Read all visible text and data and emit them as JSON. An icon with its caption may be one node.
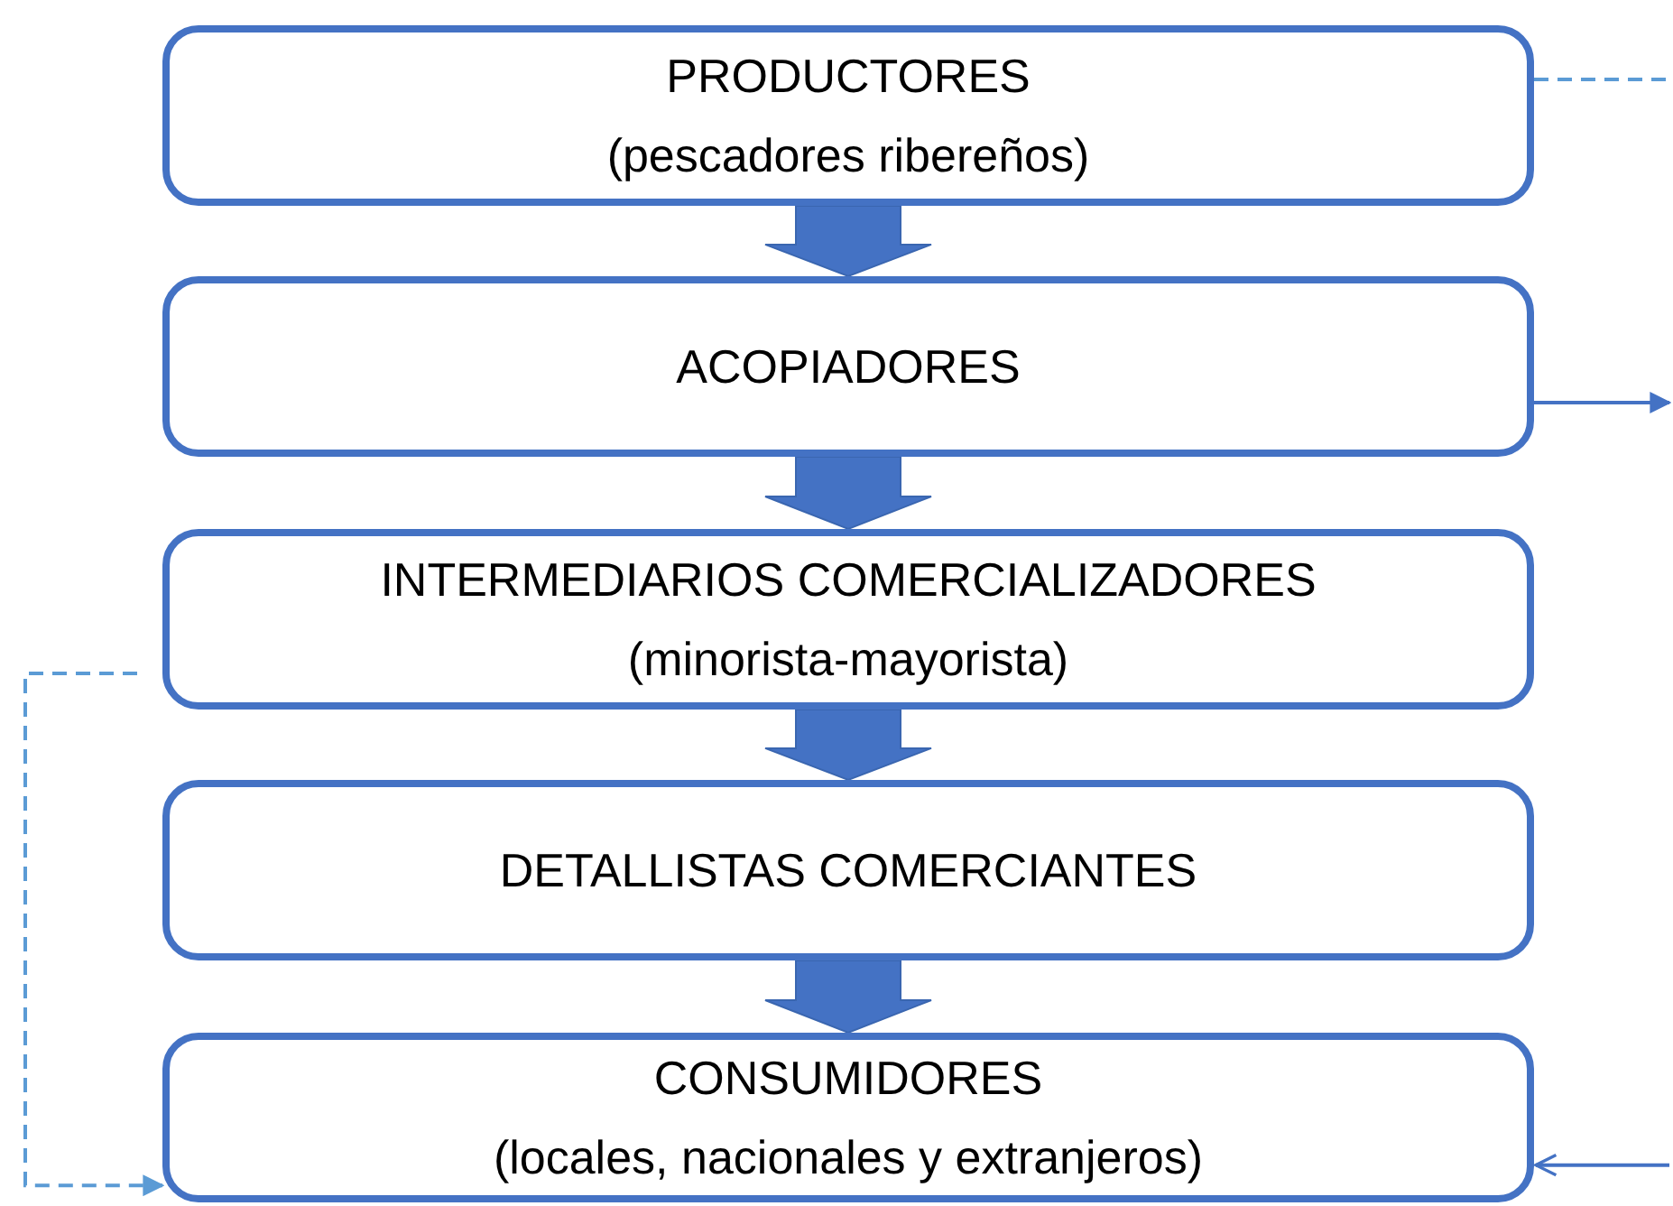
{
  "diagram": {
    "nodes": [
      {
        "text": [
          "PRODUCTORES",
          "(pescadores ribereños)"
        ]
      },
      {
        "text": [
          "ACOPIADORES"
        ]
      },
      {
        "text": [
          "INTERMEDIARIOS COMERCIALIZADORES",
          "(minorista-mayorista)"
        ]
      },
      {
        "text": [
          "DETALLISTAS COMERCIANTES"
        ]
      },
      {
        "text": [
          "CONSUMIDORES",
          "(locales, nacionales y extranjeros)"
        ]
      }
    ],
    "edges": [
      {
        "from": 0,
        "to": 1,
        "arrow": "to",
        "style": "thick"
      },
      {
        "from": 1,
        "to": 2,
        "arrow": "to",
        "style": "thick"
      },
      {
        "from": 2,
        "to": 3,
        "arrow": "to",
        "style": "thick"
      },
      {
        "from": 3,
        "to": 4,
        "arrow": "to",
        "style": "thick"
      },
      {
        "from": 0,
        "to": null,
        "arrow": "none",
        "style": "dashed",
        "color": "#5b9bd5"
      },
      {
        "from": 1,
        "to": null,
        "arrow": "to"
      },
      {
        "from": 2,
        "to": 4,
        "arrow": "to",
        "style": "dashed",
        "color": "#5b9bd5"
      },
      {
        "from": null,
        "to": 4,
        "arrow": "to"
      }
    ]
  }
}
